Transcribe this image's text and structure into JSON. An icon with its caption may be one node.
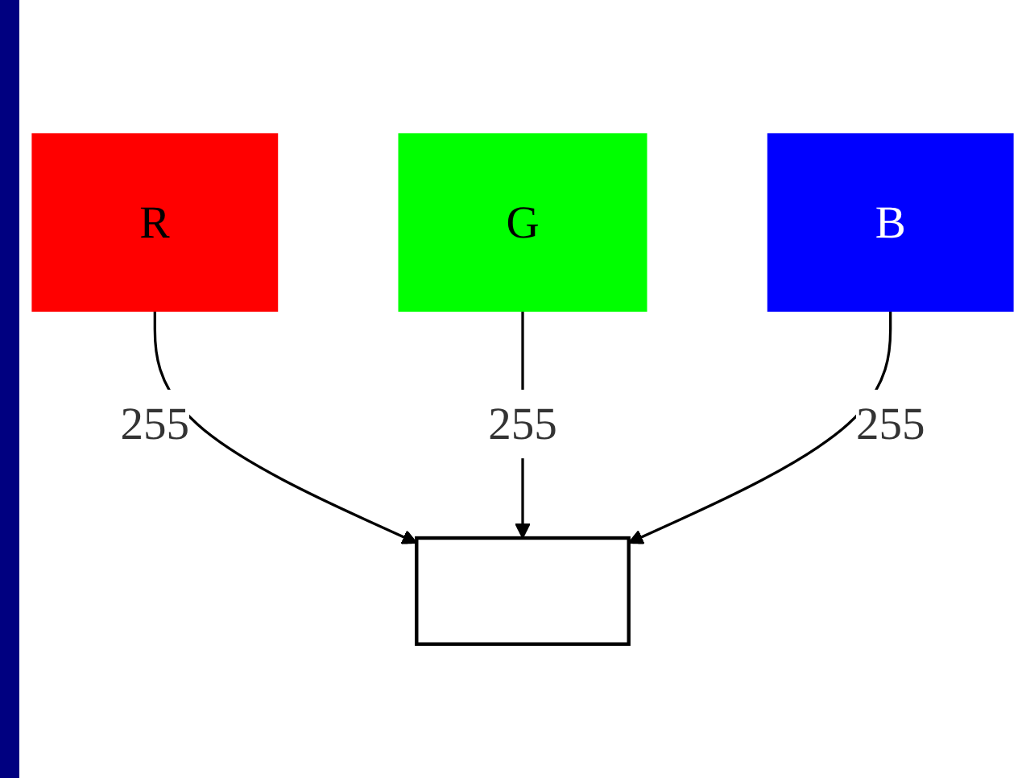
{
  "diagram": {
    "nodes": [
      {
        "text": [
          "R"
        ]
      },
      {
        "text": [
          "G"
        ]
      },
      {
        "text": [
          "B"
        ]
      },
      {
        "text": [],
        "shape": "box"
      }
    ],
    "edges": [
      {
        "from": 0,
        "to": 3,
        "arrow": "to",
        "label": "255"
      },
      {
        "from": 1,
        "to": 3,
        "arrow": "to",
        "label": "255"
      },
      {
        "from": 2,
        "to": 3,
        "arrow": "to",
        "label": "255"
      }
    ]
  }
}
